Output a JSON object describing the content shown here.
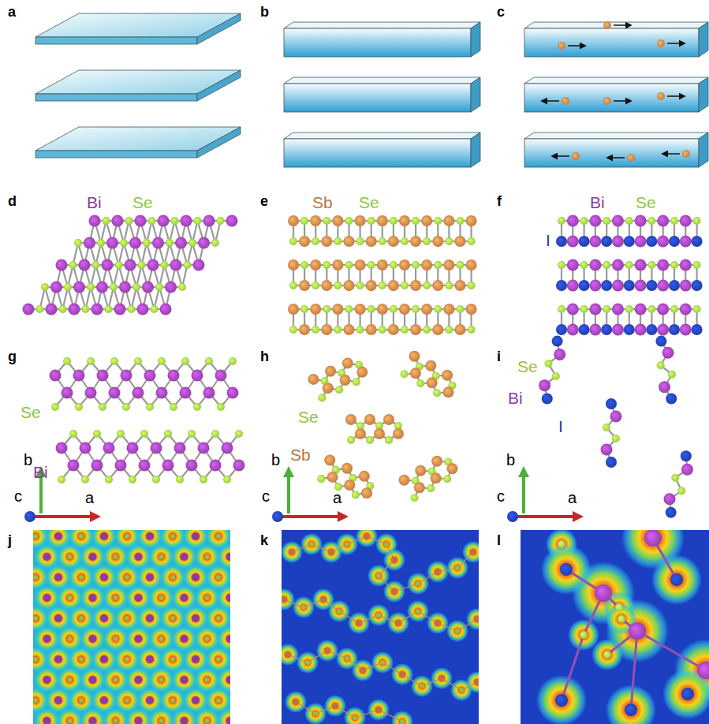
{
  "diagram": {
    "labels": [
      "a",
      "b",
      "c",
      "d",
      "Bi",
      "Se",
      "e",
      "Sb",
      "Se",
      "f",
      "Bi",
      "Se",
      "I",
      "g",
      "Se",
      "Bi",
      "b",
      "c",
      "a",
      "h",
      "Se",
      "Sb",
      "b",
      "c",
      "a",
      "i",
      "Se",
      "Bi",
      "I",
      "b",
      "c",
      "a",
      "j",
      "k",
      "l"
    ]
  }
}
